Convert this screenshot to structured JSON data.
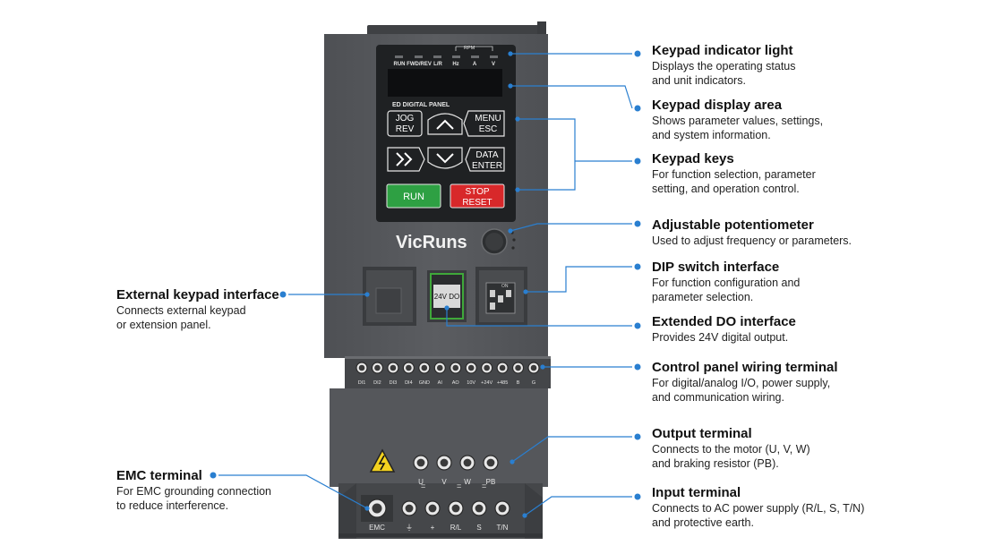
{
  "brand": "VicRuns",
  "panel": {
    "indicators": [
      "RUN",
      "FWD/REV",
      "L/R",
      "Hz",
      "A",
      "V"
    ],
    "rpm_label": "RPM",
    "panel_name": "ED DIGITAL PANEL",
    "keys": {
      "jog": [
        "JOG",
        "REV"
      ],
      "menu": [
        "MENU",
        "ESC"
      ],
      "data": [
        "DATA",
        "ENTER"
      ],
      "run": "RUN",
      "stop": [
        "STOP",
        "RESET"
      ]
    }
  },
  "do_module_label": "24V DO",
  "dip": {
    "on_label": "ON"
  },
  "control_terminals": [
    "DI1",
    "DI2",
    "DI3",
    "DI4",
    "GND",
    "AI",
    "AO",
    "10V",
    "+24V",
    "+485",
    "B",
    "G"
  ],
  "output_terminals": [
    "U",
    "V",
    "W",
    "PB"
  ],
  "input_terminals": [
    "EMC",
    "⏚",
    "+",
    "R/L",
    "S",
    "T/N"
  ],
  "colors": {
    "device_body": "#57595d",
    "device_dark": "#3a3c3f",
    "keypad": "#1f2123",
    "callout_line": "#2a7fd0",
    "run_key": "#2ea043",
    "stop_key": "#d8282a"
  },
  "callouts": {
    "keypad_indicator": {
      "title": "Keypad indicator light",
      "desc": [
        "Displays the operating status",
        "and unit indicators."
      ]
    },
    "keypad_display": {
      "title": "Keypad display area",
      "desc": [
        "Shows parameter values, settings,",
        "and system information."
      ]
    },
    "keypad_keys": {
      "title": "Keypad keys",
      "desc": [
        "For function selection, parameter",
        "setting, and operation control."
      ]
    },
    "potentiometer": {
      "title": "Adjustable potentiometer",
      "desc": [
        "Used to adjust frequency or parameters."
      ]
    },
    "dip_switch": {
      "title": "DIP switch interface",
      "desc": [
        "For function configuration and",
        "parameter selection."
      ]
    },
    "extended_do": {
      "title": "Extended DO interface",
      "desc": [
        "Provides 24V digital output."
      ]
    },
    "control_wiring": {
      "title": "Control panel wiring terminal",
      "desc": [
        "For digital/analog I/O, power supply,",
        "and communication wiring."
      ]
    },
    "output_terminal": {
      "title": "Output terminal",
      "desc": [
        "Connects to the motor (U, V, W)",
        "and braking resistor (PB)."
      ]
    },
    "input_terminal": {
      "title": "Input terminal",
      "desc": [
        "Connects to AC power supply (R/L, S, T/N)",
        "and protective earth."
      ]
    },
    "external_keypad": {
      "title": "External keypad interface",
      "desc": [
        "Connects external keypad",
        "or extension panel."
      ]
    },
    "emc_terminal": {
      "title": "EMC terminal",
      "desc": [
        "For EMC grounding connection",
        "to reduce interference."
      ]
    }
  }
}
